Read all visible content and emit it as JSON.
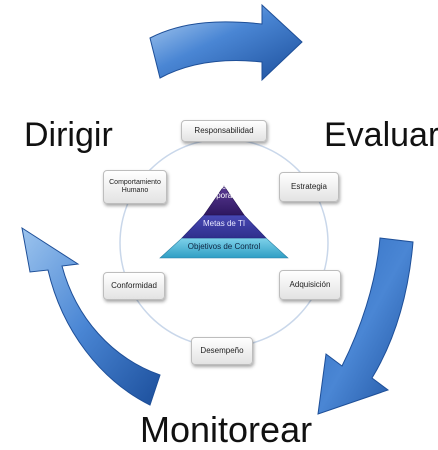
{
  "labels": {
    "dirigir": "Dirigir",
    "evaluar": "Evaluar",
    "monitorear": "Monitorear"
  },
  "cycle_items": {
    "responsabilidad": "Responsabilidad",
    "estrategia": "Estrategia",
    "adquisicion": "Adquisición",
    "desempeno": "Desempeño",
    "conformidad": "Conformidad",
    "comportamiento": "Comportamiento Humano"
  },
  "pyramid": {
    "top": "Meta Corporativa",
    "middle": "Metas de TI",
    "bottom": "Objetivos de Control"
  },
  "colors": {
    "arrow_light": "#9cc4ee",
    "arrow_mid": "#4a86d4",
    "arrow_dark": "#1c4f9c",
    "pyramid_top": "#3a1e6e",
    "pyramid_middle": "#3f3fa6",
    "pyramid_bottom": "#4fb6d6",
    "circle": "#c9d7ea"
  }
}
